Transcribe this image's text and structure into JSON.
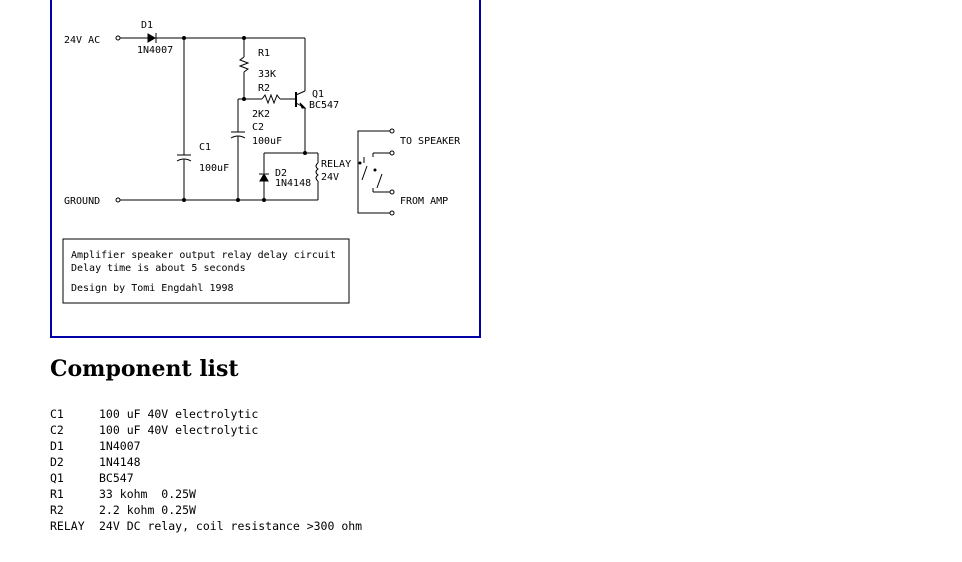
{
  "schematic": {
    "labels": {
      "input": "24V AC",
      "ground": "GROUND",
      "d1_ref": "D1",
      "d1_val": "1N4007",
      "r1_ref": "R1",
      "r1_val": "33K",
      "r2_ref": "R2",
      "r2_val": "2K2",
      "c1_ref": "C1",
      "c1_val": "100uF",
      "c2_ref": "C2",
      "c2_val": "100uF",
      "q1_ref": "Q1",
      "q1_val": "BC547",
      "d2_ref": "D2",
      "d2_val": "1N4148",
      "relay_ref": "RELAY",
      "relay_val": "24V",
      "to_speaker": "TO SPEAKER",
      "from_amp": "FROM AMP"
    },
    "note": {
      "line1": "Amplifier speaker output relay delay circuit",
      "line2": "Delay time is about 5 seconds",
      "line3": "Design by Tomi Engdahl 1998"
    },
    "colors": {
      "frame": "#0000aa",
      "wire": "#000000"
    }
  },
  "component_list": {
    "heading": "Component list",
    "items": [
      {
        "ref": "C1",
        "desc": "100 uF 40V electrolytic"
      },
      {
        "ref": "C2",
        "desc": "100 uF 40V electrolytic"
      },
      {
        "ref": "D1",
        "desc": "1N4007"
      },
      {
        "ref": "D2",
        "desc": "1N4148"
      },
      {
        "ref": "Q1",
        "desc": "BC547"
      },
      {
        "ref": "R1",
        "desc": "33 kohm  0.25W"
      },
      {
        "ref": "R2",
        "desc": "2.2 kohm 0.25W"
      },
      {
        "ref": "RELAY",
        "desc": "24V DC relay, coil resistance >300 ohm"
      }
    ]
  }
}
